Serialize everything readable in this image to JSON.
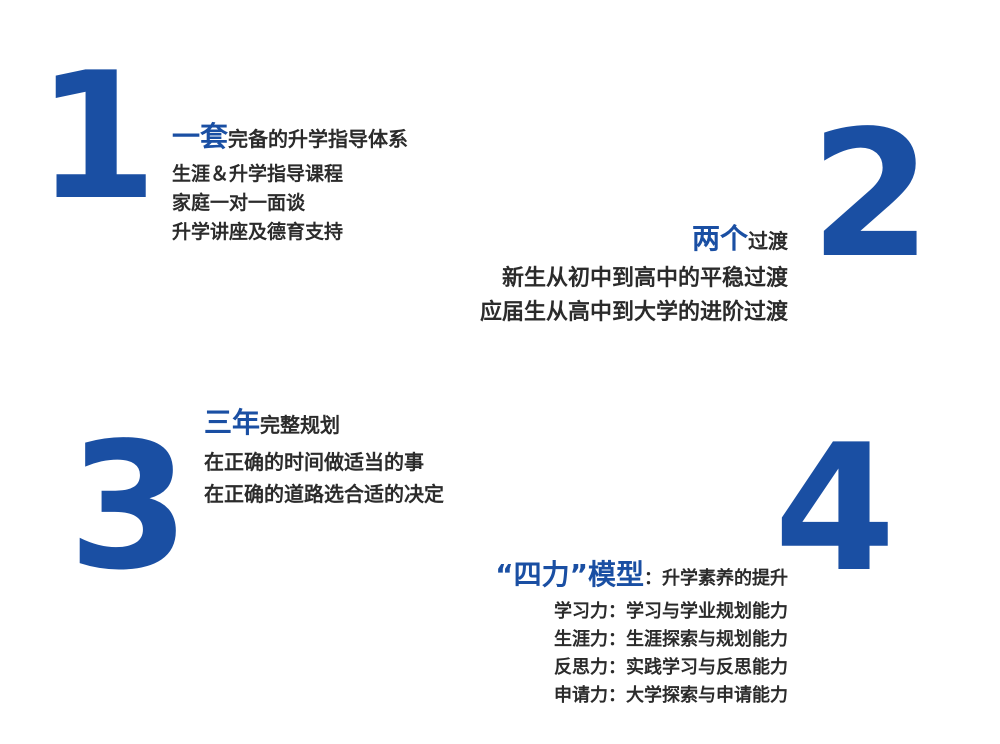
{
  "sections": [
    {
      "number": "1",
      "heading_accent": "一套",
      "heading_rest": "完备的升学指导体系",
      "lines": [
        "生涯＆升学指导课程",
        "家庭一对一面谈",
        "升学讲座及德育支持"
      ]
    },
    {
      "number": "2",
      "heading_accent": "两个",
      "heading_rest": "过渡",
      "lines": [
        "新生从初中到高中的平稳过渡",
        "应届生从高中到大学的进阶过渡"
      ]
    },
    {
      "number": "3",
      "heading_accent": "三年",
      "heading_rest": "完整规划",
      "lines": [
        "在正确的时间做适当的事",
        "在正确的道路选合适的决定"
      ]
    },
    {
      "number": "4",
      "heading_accent": "“四力”模型",
      "heading_rest": "：升学素养的提升",
      "lines": [
        "学习力：学习与学业规划能力",
        "生涯力：生涯探索与规划能力",
        "反思力：实践学习与反思能力",
        "申请力：大学探索与申请能力"
      ]
    }
  ],
  "colors": {
    "accent": "#1a4fa3",
    "text": "#2b2b2b",
    "background": "#ffffff"
  }
}
